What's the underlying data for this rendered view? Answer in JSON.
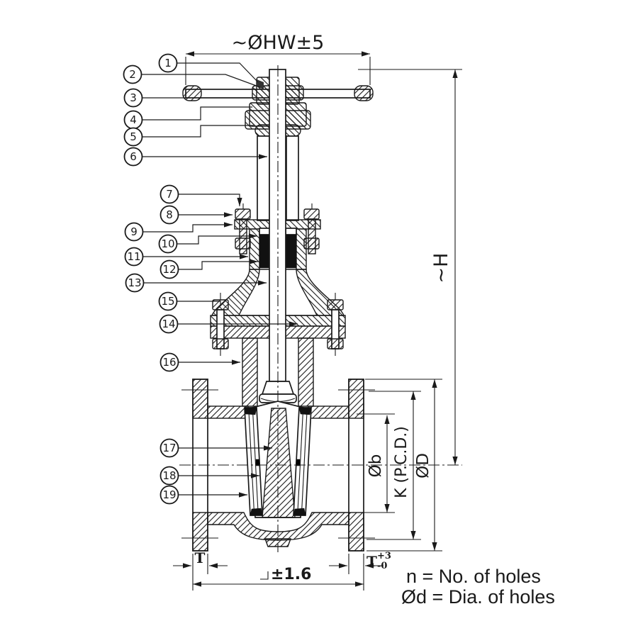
{
  "callouts": [
    "1",
    "2",
    "3",
    "4",
    "5",
    "6",
    "7",
    "8",
    "9",
    "10",
    "11",
    "12",
    "13",
    "14",
    "15",
    "16",
    "17",
    "18",
    "19"
  ],
  "dimensions": {
    "handwheel_diameter": "~ØHW±5",
    "overall_height": "~H",
    "bore_diameter": "Øb",
    "bolt_circle_diameter": "K (P.C.D.)",
    "flange_outer_diameter": "ØD",
    "flange_thickness": "T",
    "flange_thickness_right": "T",
    "flange_thickness_tol_plus": "+3",
    "flange_thickness_tol_minus": "-0",
    "face_to_face_tolerance": "±1.6"
  },
  "notes": {
    "holes_count": "n =  No. of holes",
    "holes_diameter": "Ød = Dia. of holes"
  },
  "colors": {
    "ink": "#1a1a1a",
    "paper": "#ffffff",
    "packing_fill": "#111111"
  }
}
